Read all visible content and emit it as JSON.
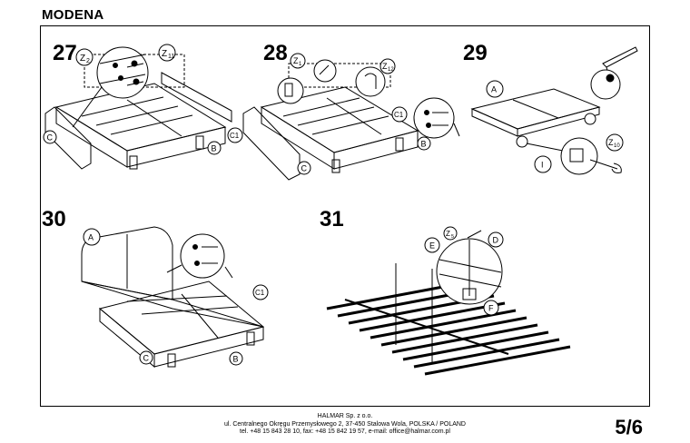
{
  "header": {
    "title": "MODENA"
  },
  "steps": {
    "s27": {
      "number": "27",
      "labels": {
        "z2": "Z",
        "z2sub": "2",
        "z11": "Z",
        "z11sub": "11",
        "c": "C",
        "b": "B",
        "c1": "C1"
      }
    },
    "s28": {
      "number": "28",
      "labels": {
        "z1": "Z",
        "z1sub": "1",
        "z12": "Z",
        "z12sub": "12",
        "c1": "C1",
        "b": "B",
        "c": "C"
      }
    },
    "s29": {
      "number": "29",
      "labels": {
        "a": "A",
        "i": "I",
        "z10": "Z",
        "z10sub": "10"
      }
    },
    "s30": {
      "number": "30",
      "labels": {
        "a": "A",
        "c1": "C1",
        "c": "C",
        "b": "B"
      }
    },
    "s31": {
      "number": "31",
      "labels": {
        "z5": "Z",
        "z5sub": "5",
        "d": "D",
        "e": "E",
        "f": "F"
      }
    }
  },
  "footer": {
    "line1": "HALMAR Sp. z o.o.",
    "line2": "ul. Centralnego Okręgu Przemysłowego 2, 37-450 Stalowa Wola, POLSKA / POLAND",
    "line3": "tel. +48 15 843 28 10, fax: +48 15 842 19 57, e-mail: office@halmar.com.pl"
  },
  "page": {
    "number": "5/6"
  }
}
